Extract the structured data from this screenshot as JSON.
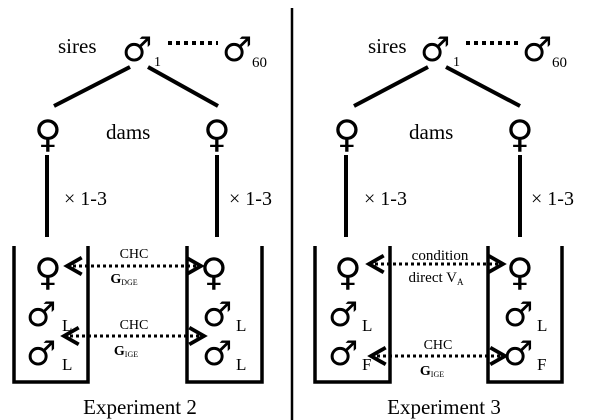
{
  "divider_color": "#000000",
  "panels": [
    {
      "sires_label": "sires",
      "sire_first_sub": "1",
      "sire_last_sub": "60",
      "dams_label": "dams",
      "left_mult": "× 1-3",
      "right_mult": "× 1-3",
      "left_row2_sub": "L",
      "left_row3_sub": "L",
      "right_row2_sub": "L",
      "right_row3_sub": "L",
      "arrow1_top": "CHC",
      "arrow1_bottom_main": "G",
      "arrow1_bottom_sub": "DGE",
      "arrow2_top": "CHC",
      "arrow2_bottom_main": "G",
      "arrow2_bottom_sub": "IGE",
      "caption": "Experiment 2"
    },
    {
      "sires_label": "sires",
      "sire_first_sub": "1",
      "sire_last_sub": "60",
      "dams_label": "dams",
      "left_mult": "× 1-3",
      "right_mult": "× 1-3",
      "left_row2_sub": "L",
      "left_row3_sub": "F",
      "right_row2_sub": "L",
      "right_row3_sub": "F",
      "arrow1_top": "condition",
      "arrow1_bottom_main": "direct V",
      "arrow1_bottom_sub": "A",
      "arrow2_top": "CHC",
      "arrow2_bottom_main": "G",
      "arrow2_bottom_sub": "IGE",
      "caption": "Experiment 3"
    }
  ],
  "icons": {
    "male": "♂",
    "female": "♀"
  }
}
